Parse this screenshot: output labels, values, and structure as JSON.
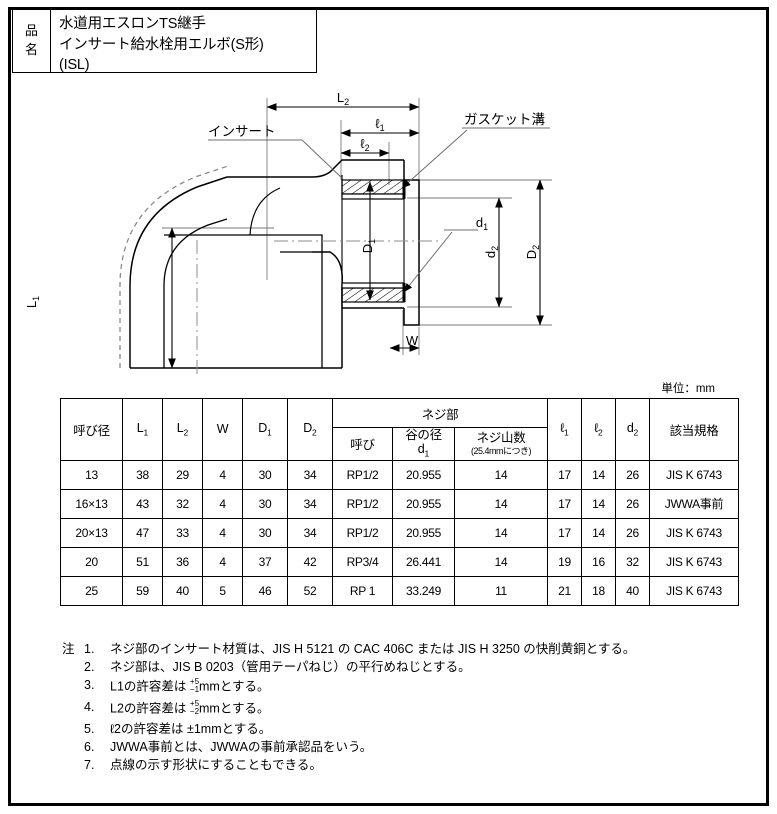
{
  "title_block": {
    "label_chars": [
      "品",
      "名"
    ],
    "lines": [
      "水道用エスロンTS継手",
      "インサート給水栓用エルボ(S形)",
      "(ISL)"
    ]
  },
  "drawing": {
    "callouts": {
      "insert": "インサート",
      "gasket_groove": "ガスケット溝"
    },
    "dimensions": {
      "L2": "L2",
      "l1": "ℓ1",
      "l2": "ℓ2",
      "L1": "L1",
      "W": "W",
      "D1": "D1",
      "D2": "D2",
      "d1": "d1",
      "d2": "d2"
    }
  },
  "unit_note": "単位：mm",
  "table": {
    "headers": {
      "nominal_diameter": "呼び径",
      "L1": "L",
      "L1_sub": "1",
      "L2": "L",
      "L2_sub": "2",
      "W": "W",
      "D1": "D",
      "D1_sub": "1",
      "D2": "D",
      "D2_sub": "2",
      "thread_group": "ネジ部",
      "thread_nominal": "呼び",
      "thread_root_dia": "谷の径",
      "thread_root_dia_sub": "d1",
      "thread_count": "ネジ山数",
      "thread_count_note": "(25.4mmにつき)",
      "l1": "ℓ",
      "l1_sub": "1",
      "l2": "ℓ",
      "l2_sub": "2",
      "d2": "d",
      "d2_sub": "2",
      "standard": "該当規格"
    },
    "rows": [
      {
        "nominal": "13",
        "L1": "38",
        "L2": "29",
        "W": "4",
        "D1": "30",
        "D2": "34",
        "thread_nominal": "RP1/2",
        "root_dia": "20.955",
        "thread_count": "14",
        "l1": "17",
        "l2": "14",
        "d2": "26",
        "standard": "JIS K 6743"
      },
      {
        "nominal": "16×13",
        "L1": "43",
        "L2": "32",
        "W": "4",
        "D1": "30",
        "D2": "34",
        "thread_nominal": "RP1/2",
        "root_dia": "20.955",
        "thread_count": "14",
        "l1": "17",
        "l2": "14",
        "d2": "26",
        "standard": "JWWA事前"
      },
      {
        "nominal": "20×13",
        "L1": "47",
        "L2": "33",
        "W": "4",
        "D1": "30",
        "D2": "34",
        "thread_nominal": "RP1/2",
        "root_dia": "20.955",
        "thread_count": "14",
        "l1": "17",
        "l2": "14",
        "d2": "26",
        "standard": "JIS K 6743"
      },
      {
        "nominal": "20",
        "L1": "51",
        "L2": "36",
        "W": "4",
        "D1": "37",
        "D2": "42",
        "thread_nominal": "RP3/4",
        "root_dia": "26.441",
        "thread_count": "14",
        "l1": "19",
        "l2": "16",
        "d2": "32",
        "standard": "JIS K 6743"
      },
      {
        "nominal": "25",
        "L1": "59",
        "L2": "40",
        "W": "5",
        "D1": "46",
        "D2": "52",
        "thread_nominal": "RP 1",
        "root_dia": "33.249",
        "thread_count": "11",
        "l1": "21",
        "l2": "18",
        "d2": "40",
        "standard": "JIS K 6743"
      }
    ]
  },
  "notes": {
    "label": "注",
    "items": [
      {
        "num": "1.",
        "text": "ネジ部のインサート材質は、JIS H 5121 の CAC 406C または JIS H 3250 の快削黄銅とする。"
      },
      {
        "num": "2.",
        "text": "ネジ部は、JIS B 0203（管用テーパねじ）の平行めねじとする。"
      },
      {
        "num": "3.",
        "prefix": "L1の許容差は",
        "frac_top": "+5",
        "frac_bottom": "−1",
        "suffix": "mmとする。"
      },
      {
        "num": "4.",
        "prefix": "L2の許容差は",
        "frac_top": "+5",
        "frac_bottom": "−2",
        "suffix": "mmとする。"
      },
      {
        "num": "5.",
        "text": "ℓ2の許容差は ±1mmとする。"
      },
      {
        "num": "6.",
        "text": "JWWA事前とは、JWWAの事前承認品をいう。"
      },
      {
        "num": "7.",
        "text": "点線の示す形状にすることもできる。"
      }
    ]
  }
}
